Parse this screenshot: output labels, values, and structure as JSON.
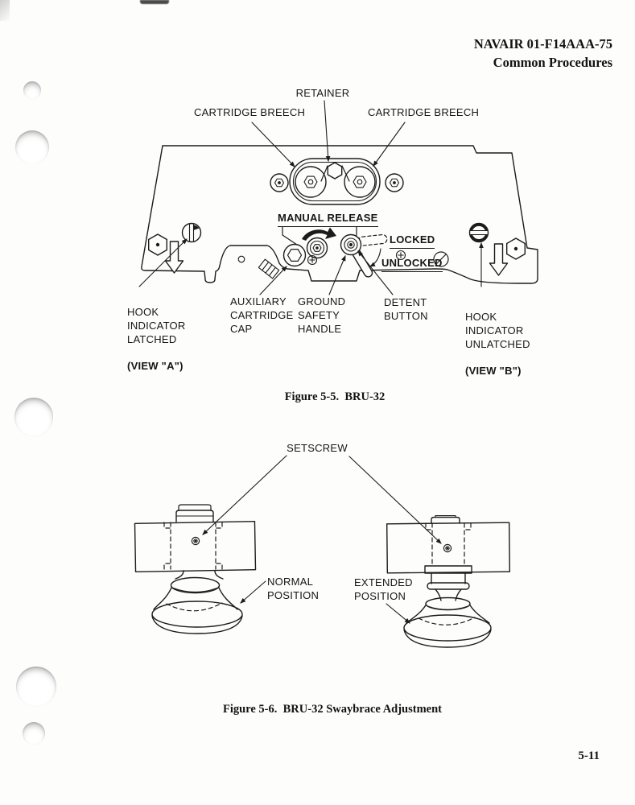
{
  "header": {
    "line1": "NAVAIR 01-F14AAA-75",
    "line2": "Common Procedures"
  },
  "figure1": {
    "caption": "Figure 5-5.  BRU-32",
    "labels": {
      "retainer": "RETAINER",
      "cartridge_breech_left": "CARTRIDGE BREECH",
      "cartridge_breech_right": "CARTRIDGE BREECH",
      "manual_release": "MANUAL RELEASE",
      "locked": "LOCKED",
      "unlocked": "UNLOCKED",
      "hook_indicator_latched": "HOOK\nINDICATOR\nLATCHED",
      "view_a": "(VIEW \"A\")",
      "auxiliary_cartridge_cap": "AUXILIARY\nCARTRIDGE\nCAP",
      "ground_safety_handle": "GROUND\nSAFETY\nHANDLE",
      "detent_button": "DETENT\nBUTTON",
      "hook_indicator_unlatched": "HOOK\nINDICATOR\nUNLATCHED",
      "view_b": "(VIEW \"B\")"
    }
  },
  "figure2": {
    "caption": "Figure 5-6.  BRU-32 Swaybrace Adjustment",
    "labels": {
      "setscrew": "SETSCREW",
      "normal_position": "NORMAL\nPOSITION",
      "extended_position": "EXTENDED\nPOSITION"
    }
  },
  "footer": {
    "page_number": "5-11"
  }
}
